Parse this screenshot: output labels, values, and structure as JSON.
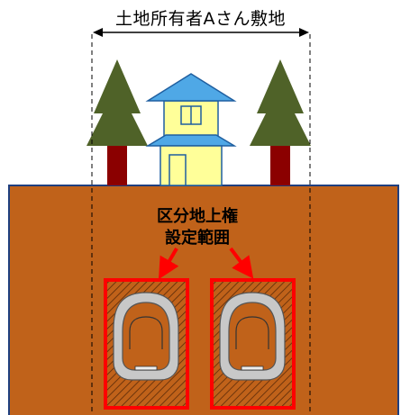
{
  "site_label": "土地所有者Aさん敷地",
  "zone_label": {
    "line1": "区分地上権",
    "line2": "設定範囲"
  },
  "colors": {
    "ground": "#C0621A",
    "ground_border": "#1F3F7F",
    "tree_foliage": "#4F6228",
    "tree_trunk": "#8B0000",
    "house_wall": "#FFFF99",
    "house_roof": "#4FA8E6",
    "house_outline": "#1F5FA0",
    "zone_border": "#FF0000",
    "tunnel_ring": "#C8C8C8",
    "dimension_line": "#000000"
  },
  "icons": [
    "tree-icon",
    "house-icon",
    "tunnel-icon",
    "red-arrow-icon",
    "double-arrow-icon"
  ]
}
